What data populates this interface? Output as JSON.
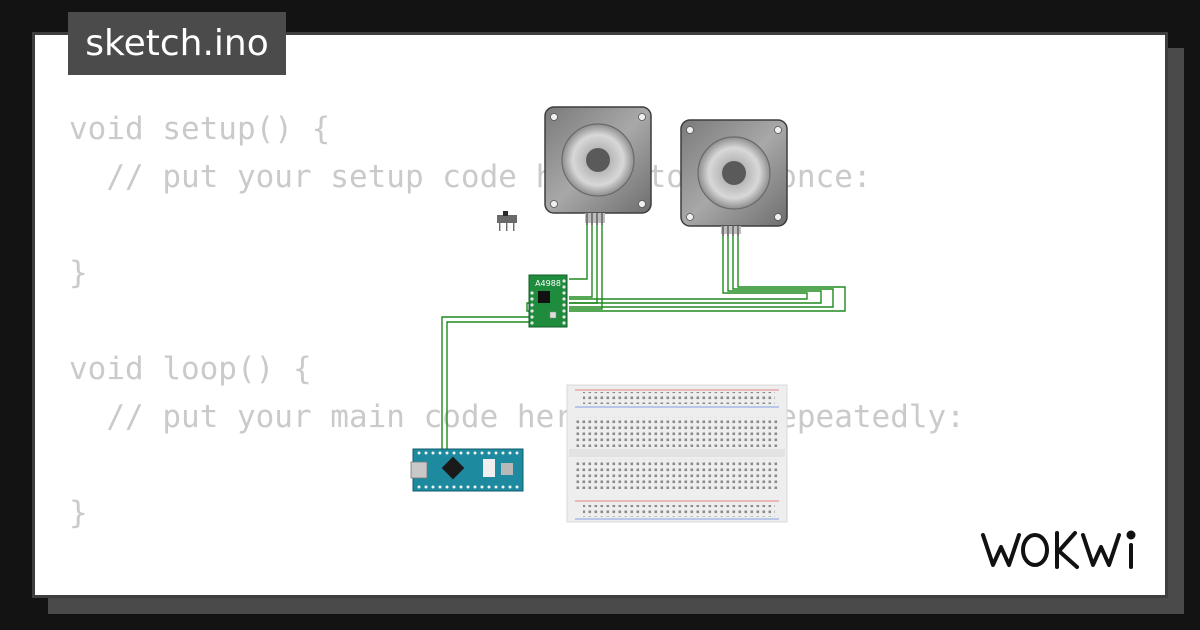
{
  "tab": {
    "title": "sketch.ino"
  },
  "code_lines": [
    "void setup() {",
    "  // put your setup code here, to run once:",
    "",
    "}",
    "",
    "void loop() {",
    "  // put your main code here, to run repeatedly:",
    "",
    "}"
  ],
  "components": {
    "driver_label": "A4988"
  },
  "brand": {
    "logo_text": "WOKWI"
  },
  "colors": {
    "background": "#131313",
    "card": "#ffffff",
    "tab": "#4b4b4b",
    "code_text": "#cacaca",
    "wire": "#1e8a1e",
    "driver_board": "#1e8c3c",
    "nano_board": "#1d8aa0"
  }
}
